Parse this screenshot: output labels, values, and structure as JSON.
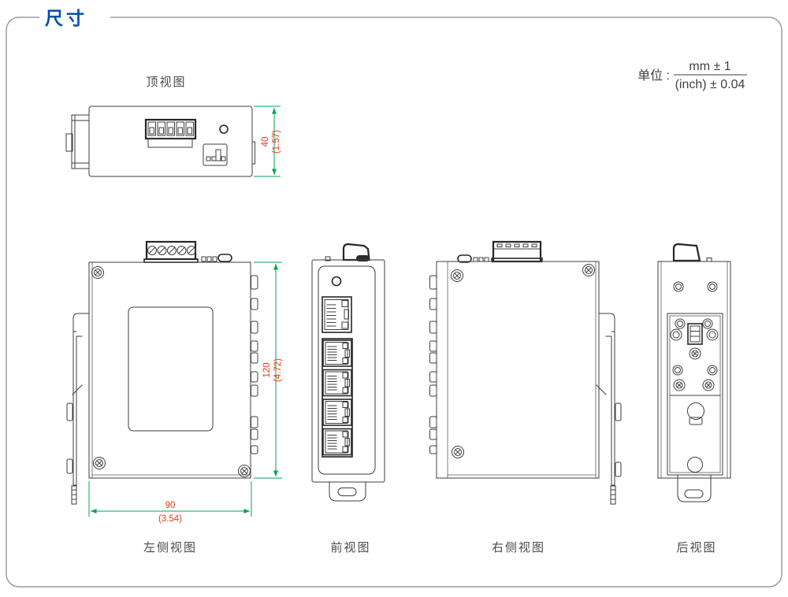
{
  "header": {
    "title": "尺寸"
  },
  "unit_note": {
    "label": "单位 :",
    "numerator": "mm ± 1",
    "denominator": "(inch) ± 0.04"
  },
  "views": {
    "top": {
      "label": "顶视图"
    },
    "left_side": {
      "label": "左侧视图"
    },
    "front": {
      "label": "前视图"
    },
    "right_side": {
      "label": "右侧视图"
    },
    "rear": {
      "label": "后视图"
    }
  },
  "dimensions": {
    "depth": {
      "mm": "40",
      "inch": "(1.57)"
    },
    "height": {
      "mm": "120",
      "inch": "(4.72)"
    },
    "width": {
      "mm": "90",
      "inch": "(3.54)"
    }
  },
  "colors": {
    "title_blue": "#0051a3",
    "dimension_line_green": "#00a651",
    "dimension_text_red": "#f23713",
    "drawing_line_gray": "#3c3c3c",
    "frame_border_gray": "#9b9b9b"
  }
}
